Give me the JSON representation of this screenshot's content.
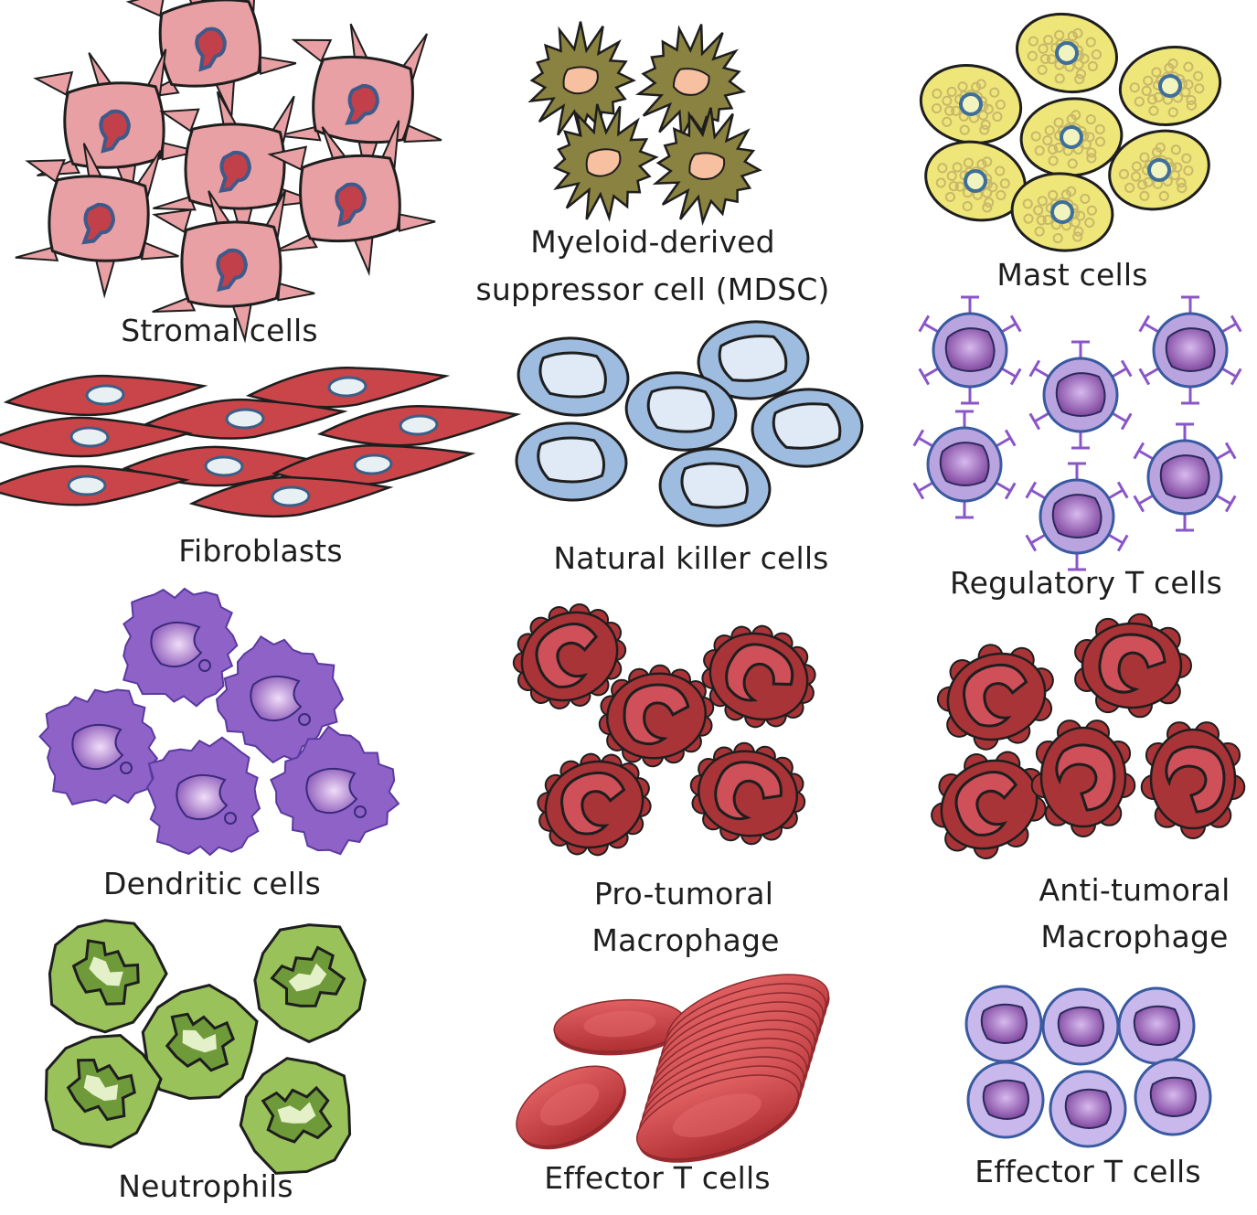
{
  "labels": {
    "stromal": "Stromal cells",
    "mdsc_line1": "Myeloid-derived",
    "mdsc_line2": "suppressor cell (MDSC)",
    "mast": "Mast cells",
    "fibroblasts": "Fibroblasts",
    "nk": "Natural killer cells",
    "treg": "Regulatory T cells",
    "dendritic": "Dendritic cells",
    "protumoral_line1": "Pro-tumoral",
    "protumoral_line2": "Macrophage",
    "antitumoral_line1": "Anti-tumoral",
    "antitumoral_line2": "Macrophage",
    "neutrophils": "Neutrophils",
    "effector_red": "Effector T cells",
    "effector_blue": "Effector T cells"
  },
  "colors": {
    "stromal": "#e8a0a4",
    "stromal_nucleus": "#3d5a8a",
    "mdsc": "#8a8240",
    "mdsc_nucleus": "#f7c0a0",
    "mast": "#efe67a",
    "mast_granule": "#c9b86a",
    "fibroblast": "#c9454a",
    "fibroblast_nucleus": "#e8f0f4",
    "nk": "#9dbce0",
    "nk_nucleus": "#dfeaf6",
    "treg": "#b9a4e0",
    "treg_nucleus": "#7a4a9a",
    "treg_receptor": "#8a55c8",
    "dendritic": "#8f62c8",
    "dendritic_nucleus": "#a07ac8",
    "macrophage": "#a83438",
    "macrophage_inner": "#d0505a",
    "neutrophil": "#9ac25a",
    "neutrophil_nucleus": "#6f9a3a",
    "rbc": "#cc3d40",
    "effector_blue": "#c8b8ec",
    "effector_blue_nucleus": "#8a55b0",
    "outline": "#1e1e1e"
  }
}
